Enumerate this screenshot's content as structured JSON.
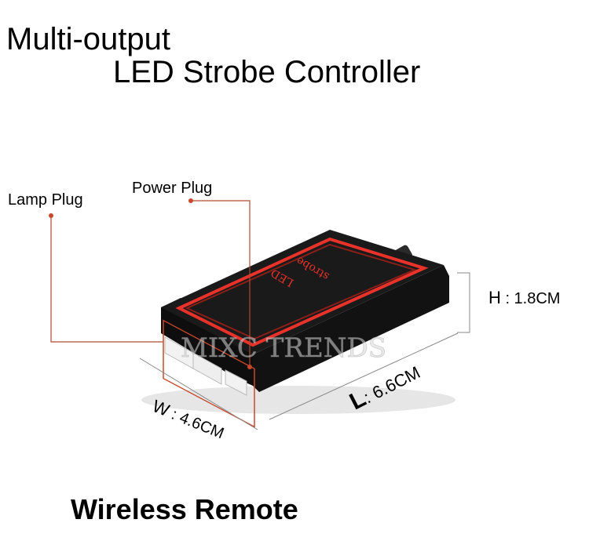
{
  "title": {
    "line1": "Multi-output",
    "line2": "LED Strobe Controller"
  },
  "labels": {
    "lamp_plug": "Lamp Plug",
    "power_plug": "Power Plug",
    "device_text_1": "LED",
    "device_text_2": "strobe",
    "watermark": "MIXC TRENDS"
  },
  "dimensions": {
    "h_letter": "H",
    "h_value": " : 1.8CM",
    "w_letter": "W",
    "w_value": " : 4.6CM",
    "l_letter": "L",
    "l_value": ": 6.6CM"
  },
  "footer": "Wireless Remote",
  "colors": {
    "accent": "#c8482a",
    "device": "#1a1a1a",
    "glow": "#e8322a",
    "line": "#b04a30"
  }
}
